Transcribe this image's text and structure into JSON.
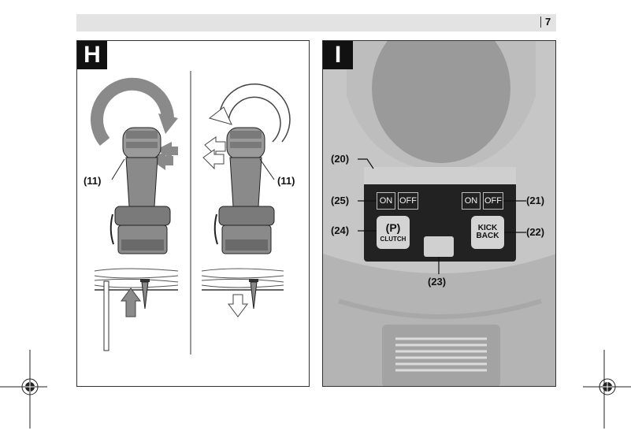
{
  "header": {
    "page_number": "7"
  },
  "panel_h": {
    "letter": "H",
    "callouts": {
      "left": "(11)",
      "right": "(11)"
    }
  },
  "panel_i": {
    "letter": "I",
    "callouts": {
      "c20": "(20)",
      "c21": "(21)",
      "c22": "(22)",
      "c23": "(23)",
      "c24": "(24)",
      "c25": "(25)"
    },
    "controls": {
      "left_on": "ON",
      "left_off": "OFF",
      "right_on": "ON",
      "right_off": "OFF",
      "clutch_symbol": "P",
      "clutch_label": "CLUTCH",
      "kickback_line1": "KICK",
      "kickback_line2": "BACK"
    }
  }
}
